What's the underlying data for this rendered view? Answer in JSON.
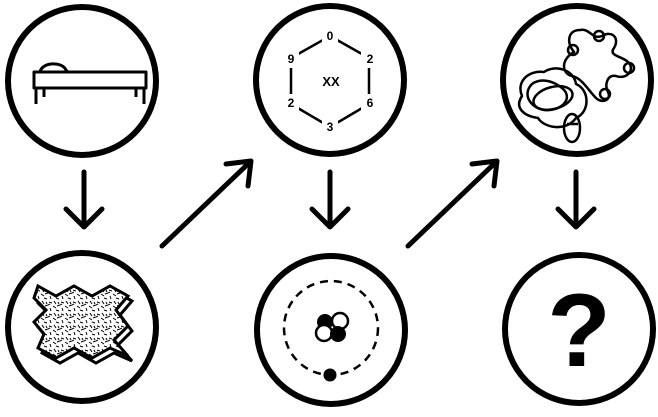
{
  "panels": {
    "bed": {
      "icon": "bed-icon"
    },
    "cloth": {
      "icon": "textured-fabric-icon"
    },
    "hexagon": {
      "icon": "hexagon-number-ring-icon",
      "center_label": "XX",
      "vertex_labels": {
        "top": "0",
        "upper_right": "2",
        "lower_right": "6",
        "bottom": "3",
        "lower_left": "2",
        "upper_left": "9"
      }
    },
    "atom": {
      "icon": "atom-orbit-icon"
    },
    "blobs": {
      "icon": "tangled-blobs-icon"
    },
    "question": {
      "icon": "question-mark-icon",
      "symbol": "?"
    }
  },
  "arrows": [
    {
      "name": "down-arrow",
      "from": "bed",
      "to": "cloth"
    },
    {
      "name": "diagonal-up-arrow",
      "from": "cloth",
      "to": "hexagon"
    },
    {
      "name": "down-arrow",
      "from": "hexagon",
      "to": "atom"
    },
    {
      "name": "diagonal-up-arrow",
      "from": "atom",
      "to": "blobs"
    },
    {
      "name": "down-arrow",
      "from": "blobs",
      "to": "question"
    }
  ],
  "colors": {
    "stroke": "#000000",
    "background": "#ffffff"
  }
}
